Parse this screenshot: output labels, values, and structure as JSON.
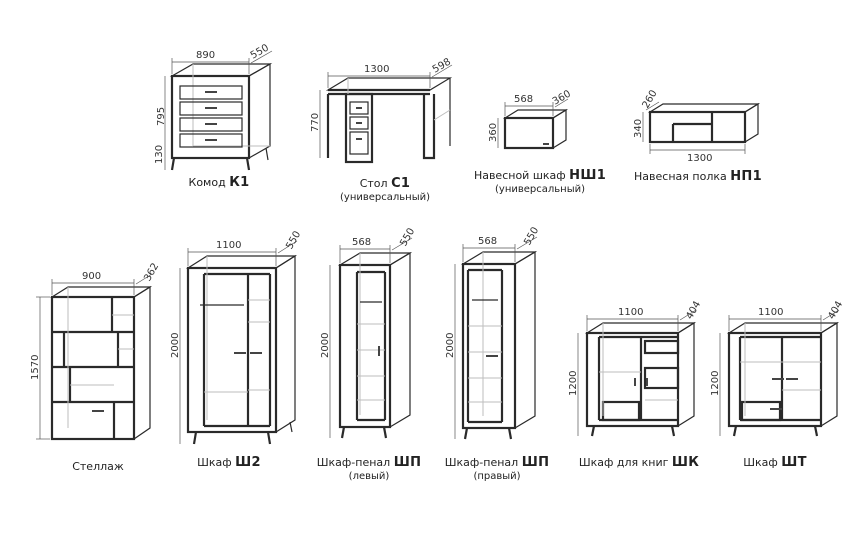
{
  "items": [
    {
      "key": "k1",
      "name": "Комод",
      "code": "К1",
      "sub": "",
      "dims": [
        "890",
        "550",
        "795",
        "130"
      ]
    },
    {
      "key": "c1",
      "name": "Стол",
      "code": "С1",
      "sub": "(универсальный)",
      "dims": [
        "1300",
        "598",
        "770"
      ]
    },
    {
      "key": "nsh1",
      "name": "Навесной шкаф",
      "code": "НШ1",
      "sub": "(универсальный)",
      "dims": [
        "568",
        "360",
        "360"
      ]
    },
    {
      "key": "np1",
      "name": "Навесная полка",
      "code": "НП1",
      "sub": "",
      "dims": [
        "260",
        "340",
        "1300"
      ]
    },
    {
      "key": "stellazh",
      "name": "Стеллаж",
      "code": "",
      "sub": "",
      "dims": [
        "900",
        "362",
        "1570"
      ]
    },
    {
      "key": "sh2",
      "name": "Шкаф",
      "code": "Ш2",
      "sub": "",
      "dims": [
        "1100",
        "550",
        "2000"
      ]
    },
    {
      "key": "shp_left",
      "name": "Шкаф-пенал",
      "code": "ШП",
      "sub": "(левый)",
      "dims": [
        "568",
        "550",
        "2000"
      ]
    },
    {
      "key": "shp_right",
      "name": "Шкаф-пенал",
      "code": "ШП",
      "sub": "(правый)",
      "dims": [
        "568",
        "550",
        "2000"
      ]
    },
    {
      "key": "shk",
      "name": "Шкаф для книг",
      "code": "ШК",
      "sub": "",
      "dims": [
        "1100",
        "404",
        "1200"
      ]
    },
    {
      "key": "sht",
      "name": "Шкаф",
      "code": "ШТ",
      "sub": "",
      "dims": [
        "1100",
        "404",
        "1200"
      ]
    }
  ]
}
